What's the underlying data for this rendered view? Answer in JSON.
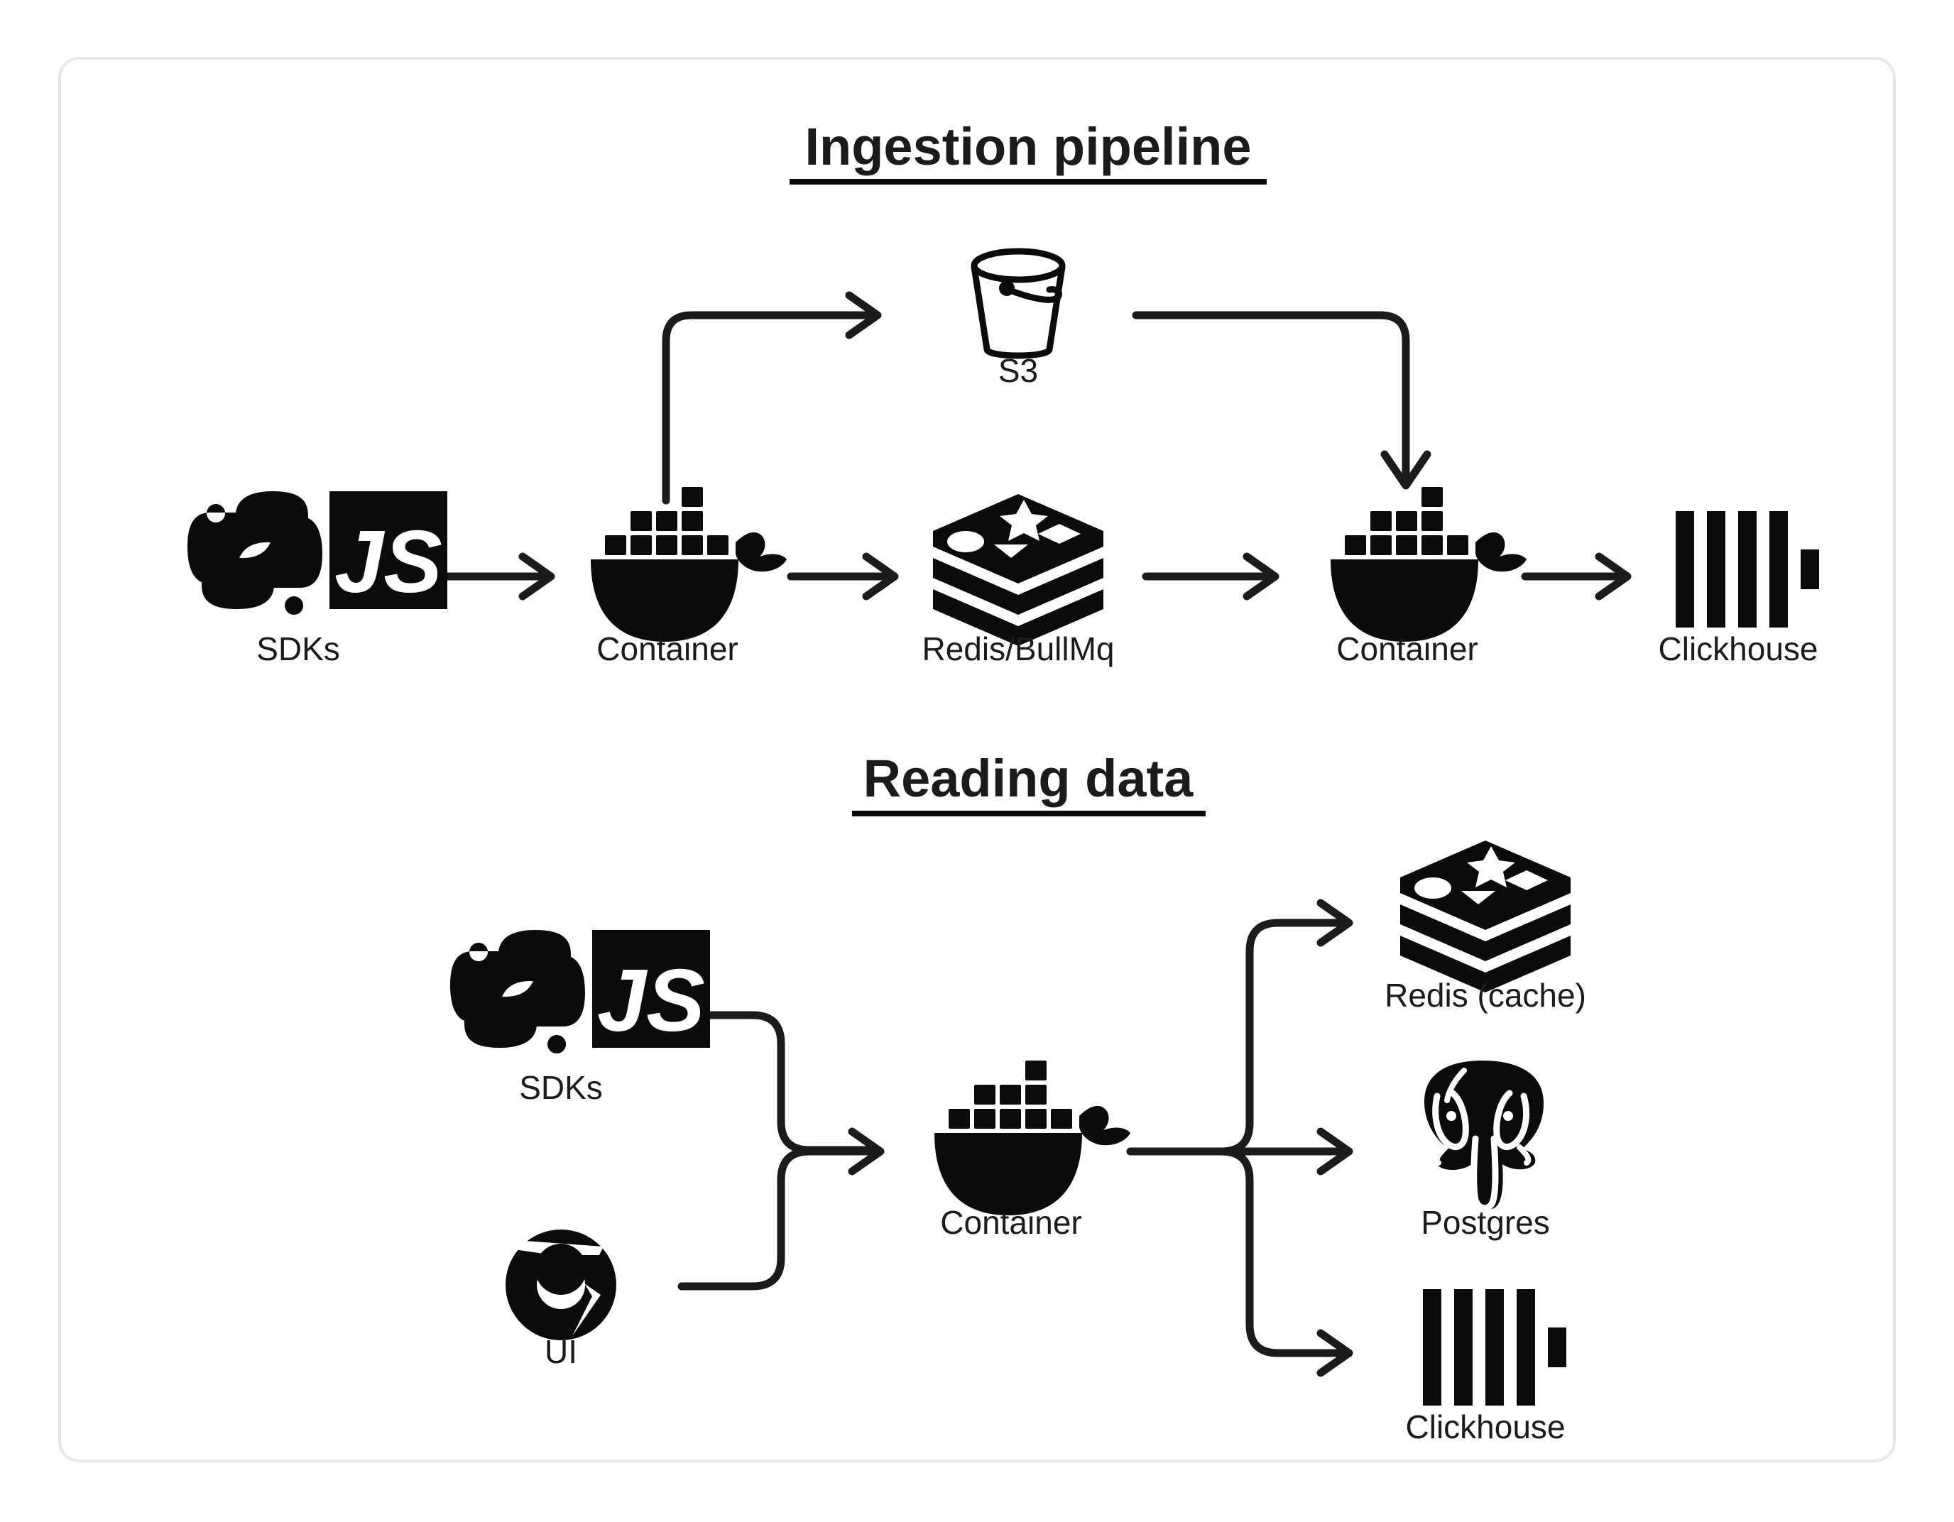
{
  "card": {
    "border_color": "#e8e8e8",
    "background": "#ffffff"
  },
  "colors": {
    "ink": "#0b0b0b",
    "text": "#1b1b1b",
    "arrow": "#1b1b1b",
    "card_border": "#e8e8e8"
  },
  "sections": [
    {
      "id": "ingestion",
      "title": "Ingestion pipeline",
      "nodes": [
        {
          "id": "sdks-ingest",
          "label": "SDKs",
          "icon": "python-js-sdk-icon"
        },
        {
          "id": "container-1",
          "label": "Container",
          "icon": "docker-whale-icon"
        },
        {
          "id": "redis-bullmq",
          "label": "Redis/BullMq",
          "icon": "redis-stack-icon"
        },
        {
          "id": "container-2",
          "label": "Container",
          "icon": "docker-whale-icon"
        },
        {
          "id": "clickhouse-ingest",
          "label": "Clickhouse",
          "icon": "clickhouse-bars-icon"
        },
        {
          "id": "s3",
          "label": "S3",
          "icon": "s3-bucket-icon"
        }
      ],
      "edges": [
        {
          "from": "sdks-ingest",
          "to": "container-1"
        },
        {
          "from": "container-1",
          "to": "s3"
        },
        {
          "from": "container-1",
          "to": "redis-bullmq"
        },
        {
          "from": "redis-bullmq",
          "to": "container-2"
        },
        {
          "from": "s3",
          "to": "container-2"
        },
        {
          "from": "container-2",
          "to": "clickhouse-ingest"
        }
      ]
    },
    {
      "id": "reading",
      "title": "Reading data",
      "nodes": [
        {
          "id": "sdks-read",
          "label": "SDKs",
          "icon": "python-js-sdk-icon"
        },
        {
          "id": "ui",
          "label": "UI",
          "icon": "chrome-icon"
        },
        {
          "id": "container-read",
          "label": "Container",
          "icon": "docker-whale-icon"
        },
        {
          "id": "redis-cache",
          "label": "Redis (cache)",
          "icon": "redis-stack-icon"
        },
        {
          "id": "postgres",
          "label": "Postgres",
          "icon": "postgres-elephant-icon"
        },
        {
          "id": "clickhouse-read",
          "label": "Clickhouse",
          "icon": "clickhouse-bars-icon"
        }
      ],
      "edges": [
        {
          "from": "sdks-read",
          "to": "container-read"
        },
        {
          "from": "ui",
          "to": "container-read"
        },
        {
          "from": "container-read",
          "to": "redis-cache"
        },
        {
          "from": "container-read",
          "to": "postgres"
        },
        {
          "from": "container-read",
          "to": "clickhouse-read"
        }
      ]
    }
  ],
  "icon_text": {
    "js_badge": "JS"
  }
}
